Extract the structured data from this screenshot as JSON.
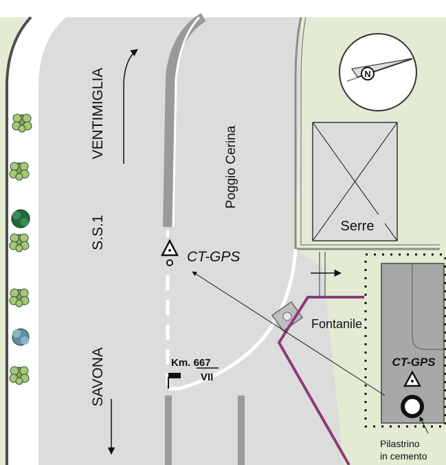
{
  "map": {
    "road_name": "S.S.1",
    "direction_north": "VENTIMIGLIA",
    "direction_south": "SAVONA",
    "side_road": "Poggio Cerina",
    "building": "Serre",
    "fountain": "Fontanile",
    "station_label_road": "CT-GPS",
    "station_label_inset": "CT-GPS",
    "km_marker": {
      "km": "Km. 667",
      "section": "VII"
    },
    "pillar_note": [
      "Pilastrino",
      "in cemento"
    ],
    "compass_letter": "N"
  },
  "colors": {
    "road": "#dcdcdc",
    "grass": "#e3ebd3",
    "boundary": "#8a3a7a",
    "inset_fill": "#a8a8a8",
    "curb": "#555555"
  },
  "icons": [
    "tree-icon",
    "compass-icon",
    "survey-triangle-icon",
    "arrow-icon"
  ]
}
